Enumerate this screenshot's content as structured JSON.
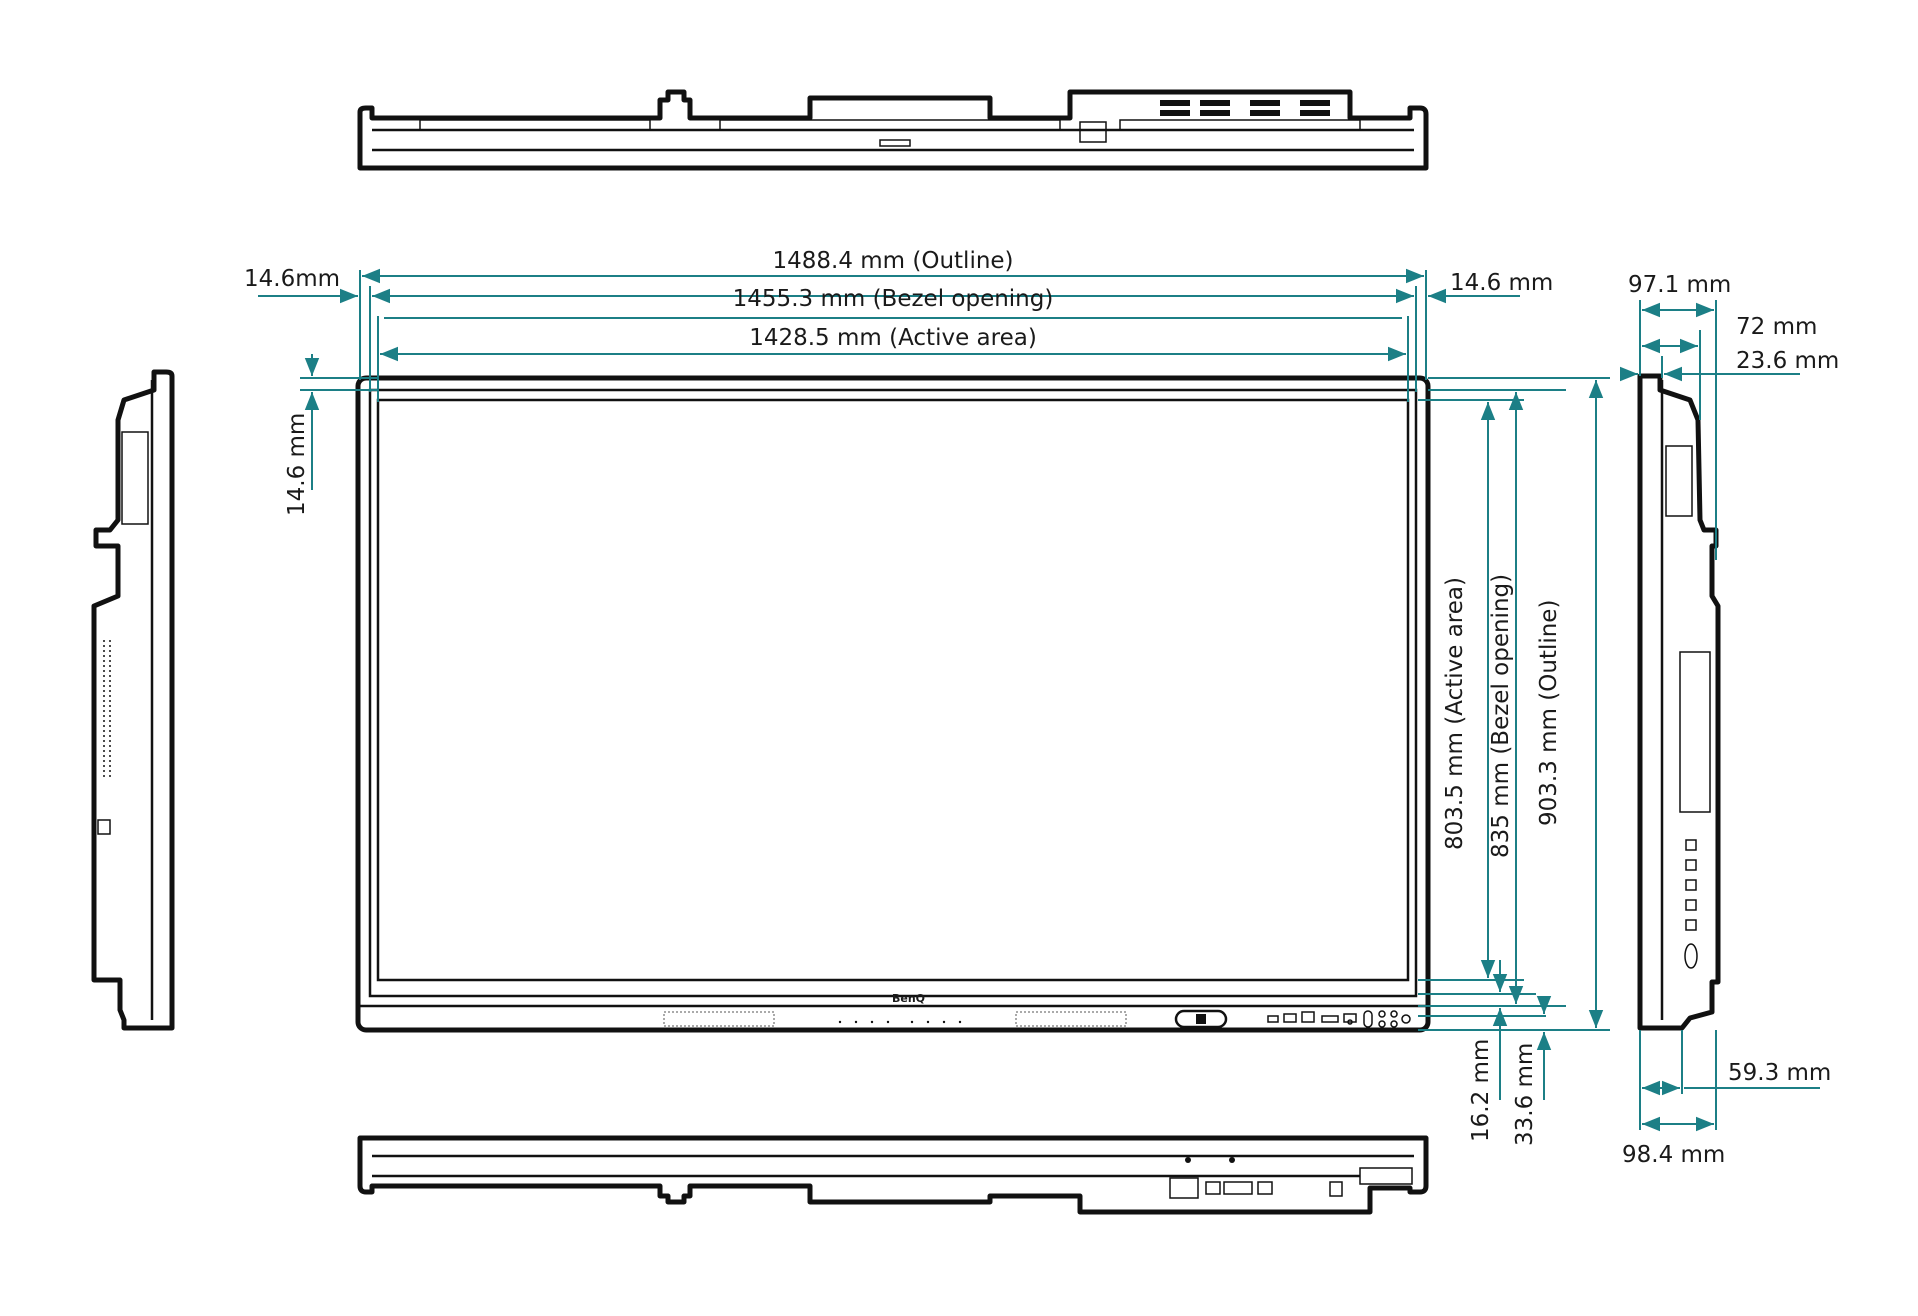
{
  "colors": {
    "dimension": "#1c7f86",
    "outline": "#111111",
    "text": "#1a1a1a"
  },
  "brand": "BenQ",
  "dimensions": {
    "width_outline": "1488.4 mm (Outline)",
    "width_bezel": "1455.3 mm (Bezel opening)",
    "width_active": "1428.5 mm (Active area)",
    "left_bezel": "14.6mm",
    "right_bezel": "14.6 mm",
    "top_bezel": "14.6 mm",
    "height_active": "803.5 mm (Active area)",
    "height_bezel": "835 mm (Bezel opening)",
    "height_outline": "903.3 mm (Outline)",
    "bottom_bezel_1": "16.2 mm",
    "bottom_bezel_2": "33.6 mm",
    "depth_total_top": "97.1 mm",
    "depth_72": "72 mm",
    "depth_23": "23.6 mm",
    "depth_59": "59.3 mm",
    "depth_total_bottom": "98.4 mm"
  }
}
